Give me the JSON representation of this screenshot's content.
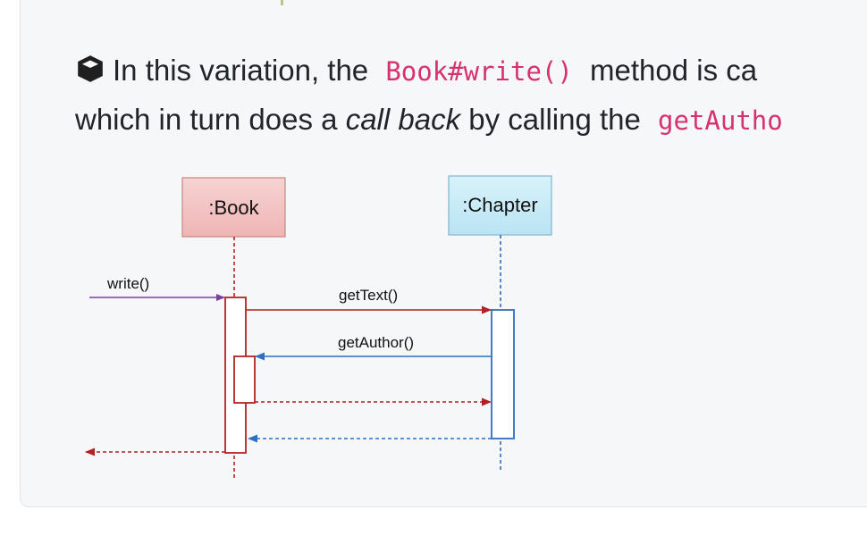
{
  "paragraph": {
    "line1_prefix": "In this variation, the",
    "code1": "Book#write()",
    "line1_suffix": "method is ca",
    "line2_prefix": "which in turn does a",
    "line2_em": "call back",
    "line2_mid": "by calling the",
    "code2": "getAutho"
  },
  "diagram": {
    "lifelines": [
      {
        "label": ":Book",
        "color": "#b22222",
        "fill": "#f4c6c6"
      },
      {
        "label": ":Chapter",
        "color": "#2f6fc0",
        "fill": "#c9ecf7"
      }
    ],
    "messages": {
      "write": "write()",
      "getText": "getText()",
      "getAuthor": "getAuthor()"
    },
    "colors": {
      "entry": "#7b3fa0",
      "book": "#b22222",
      "chapter": "#2f6fc0"
    }
  },
  "icons": {
    "lead": "cube-icon"
  }
}
